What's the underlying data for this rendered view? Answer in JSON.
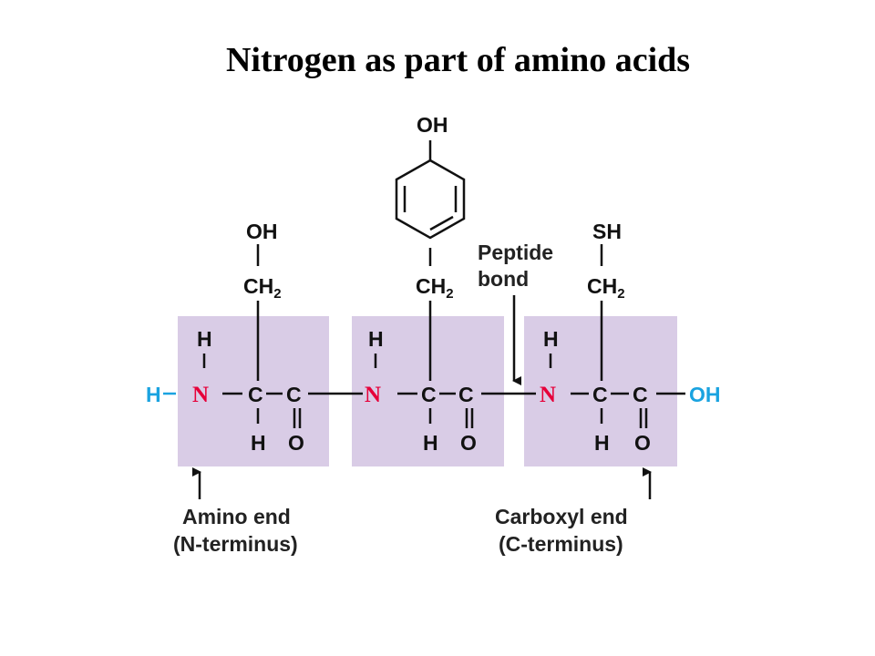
{
  "title": "Nitrogen as part of amino acids",
  "colors": {
    "residue_shade": "#d9cce6",
    "nitrogen": "#e6003a",
    "terminal_groups": "#1aa3e0",
    "text": "#111111"
  },
  "atoms": {
    "h": "H",
    "n": "N",
    "c": "C",
    "o": "O",
    "oh": "OH",
    "sh": "SH",
    "ch": "CH",
    "ch2_sub": "2"
  },
  "labels": {
    "peptide_bond_line1": "Peptide",
    "peptide_bond_line2": "bond",
    "amino_end_line1": "Amino end",
    "amino_end_line2": "(N-terminus)",
    "carboxyl_end_line1": "Carboxyl end",
    "carboxyl_end_line2": "(C-terminus)"
  }
}
